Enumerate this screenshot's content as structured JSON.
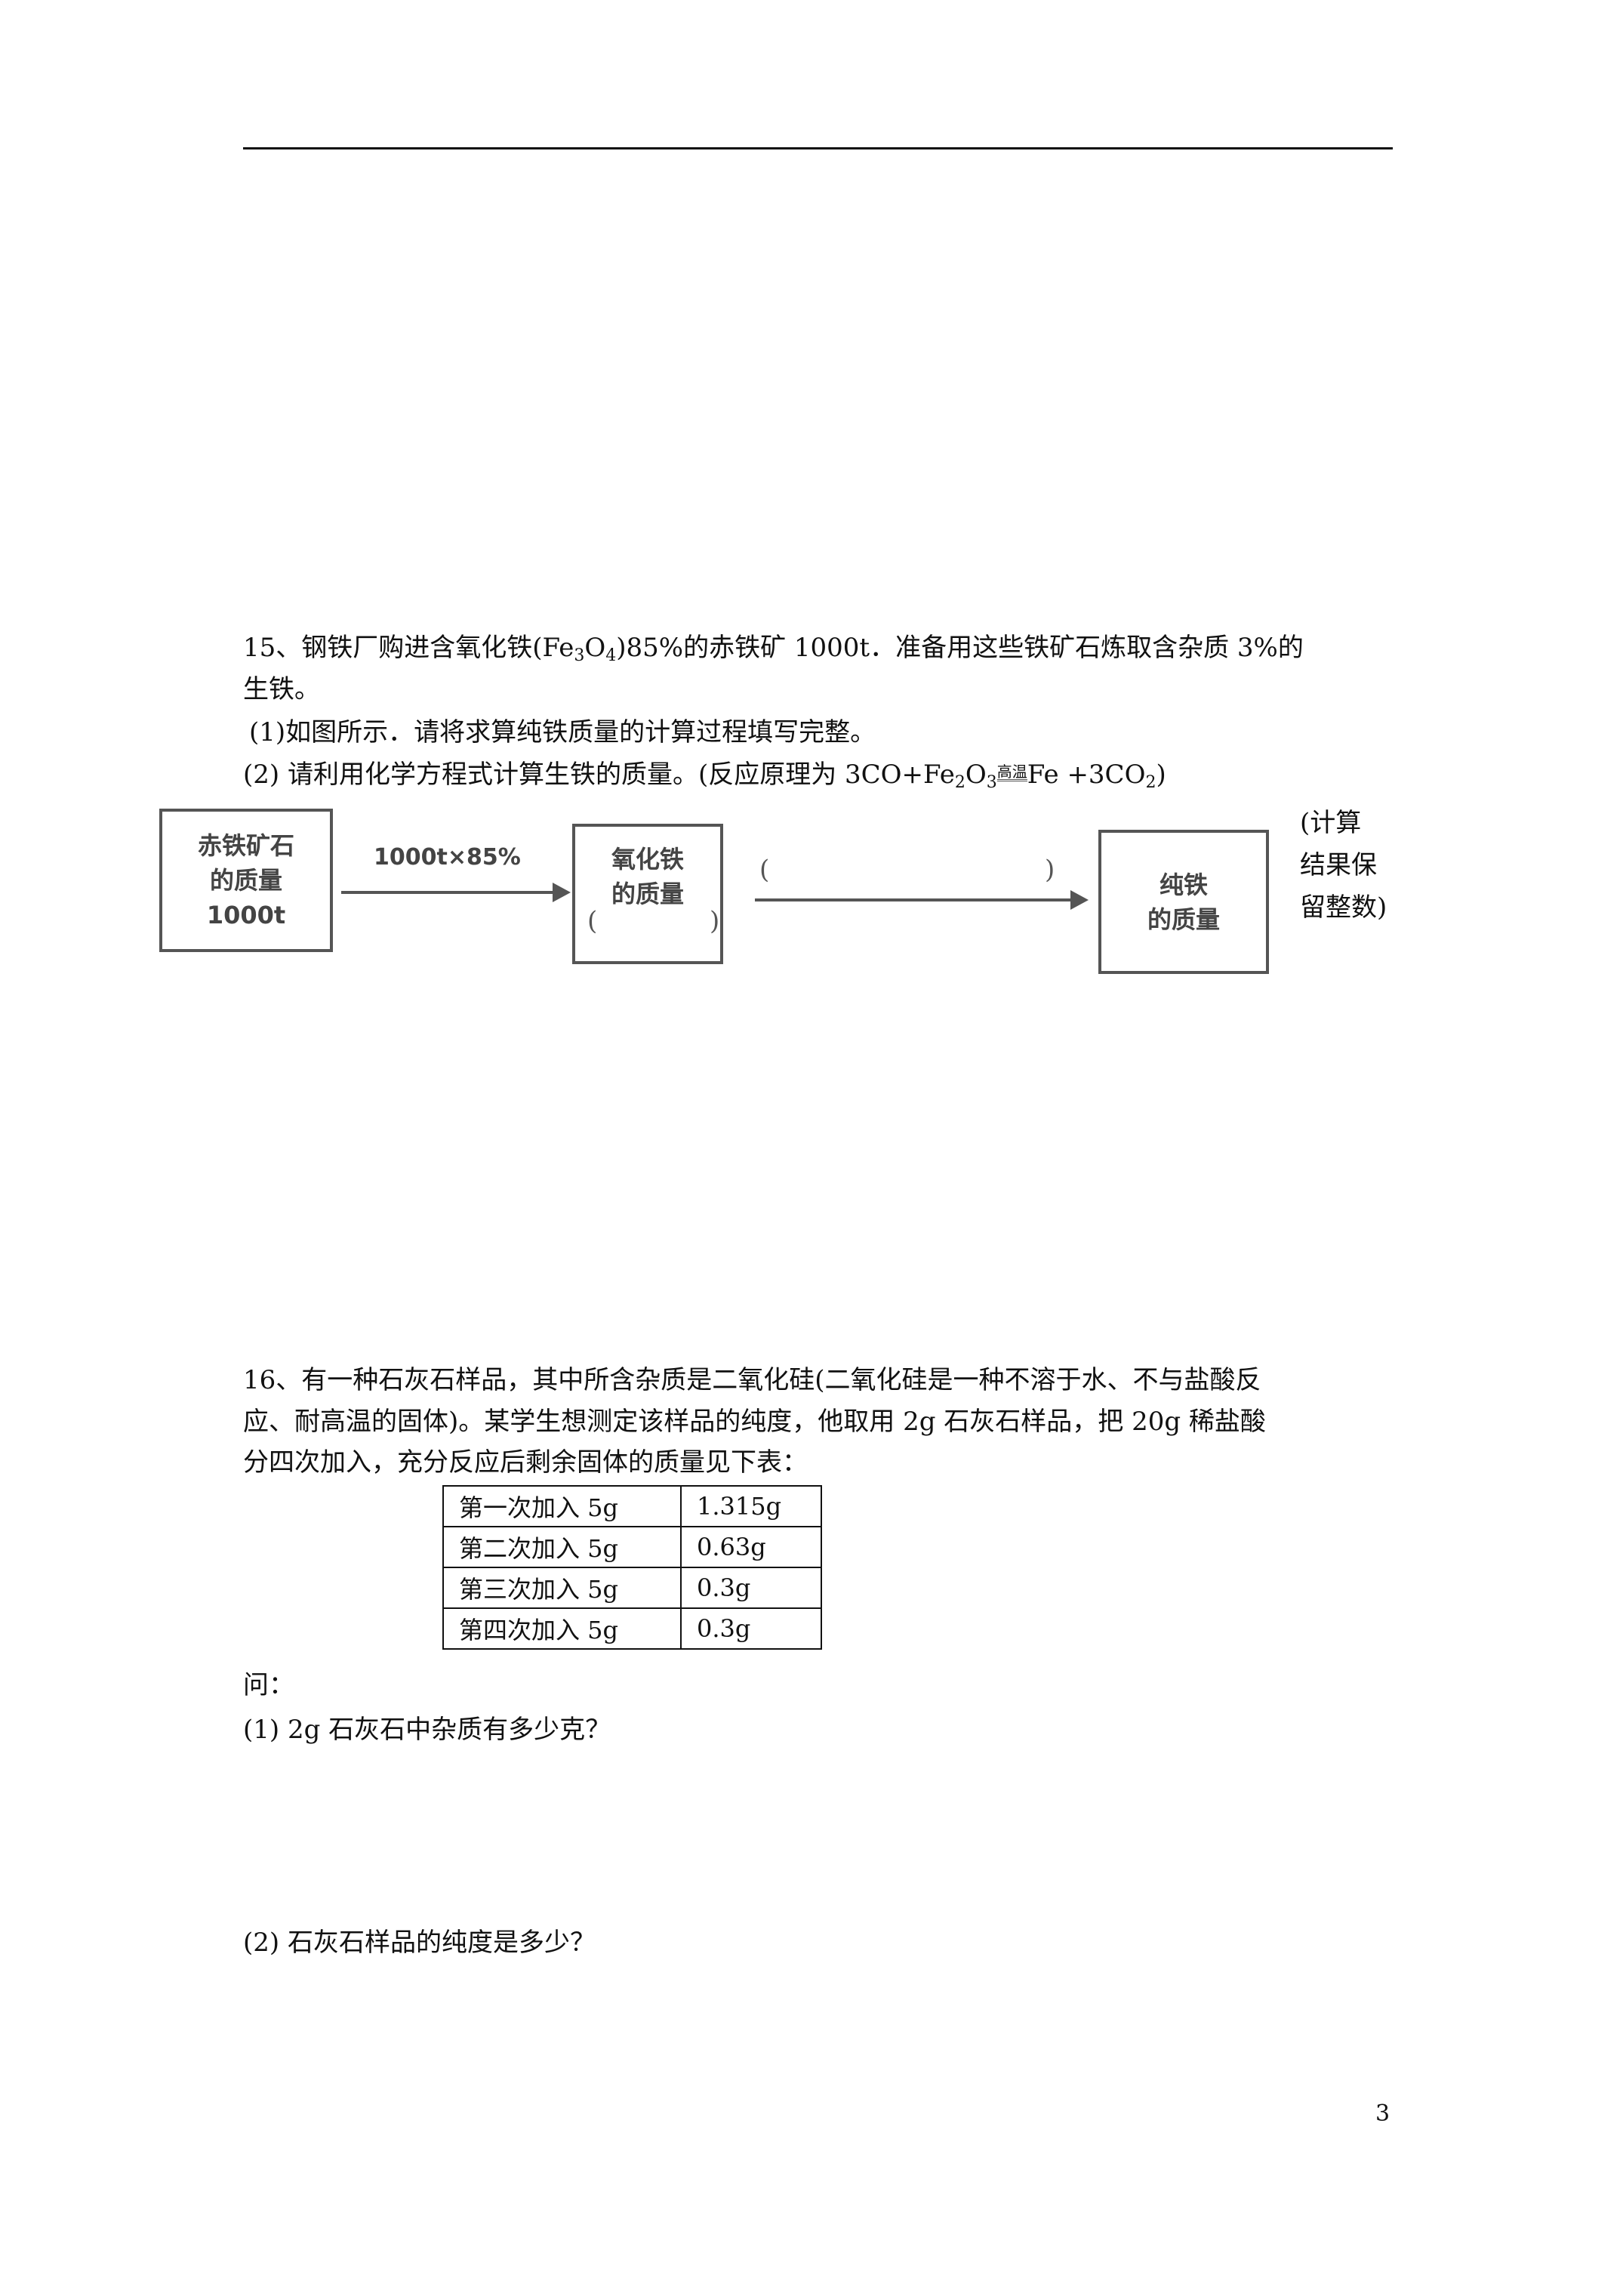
{
  "q15": {
    "line1_a": "15、钢铁厂购进含氧化铁(Fe",
    "line1_sub1": "3",
    "line1_b": "O",
    "line1_sub2": "4",
    "line1_c": ")85%的赤铁矿 1000t．准备用这些铁矿石炼取含杂质 3%的",
    "line2": "生铁。",
    "part1": "(1)如图所示．请将求算纯铁质量的计算过程填写完整。",
    "part2_a": "(2) 请利用化学方程式计算生铁的质量。(反应原理为 3CO+Fe",
    "part2_sub1": "2",
    "part2_b": "O",
    "part2_sub2": "3",
    "part2_cond": "高温",
    "part2_c": "Fe +3CO",
    "part2_sub3": "2",
    "part2_d": ")",
    "side_note": [
      "(计算",
      "结果保",
      "留整数)"
    ],
    "diagram": {
      "box1": [
        "赤铁矿石",
        "的质量",
        "1000t"
      ],
      "arrow1_label": "1000t×85%",
      "box2": [
        "氧化铁",
        "的质量"
      ],
      "box2_paren_open": "(",
      "box2_paren_close": ")",
      "arrow2_paren_open": "(",
      "arrow2_paren_close": ")",
      "box3": [
        "纯铁",
        "的质量"
      ]
    }
  },
  "q16": {
    "line1": "16、有一种石灰石样品，其中所含杂质是二氧化硅(二氧化硅是一种不溶于水、不与盐酸反",
    "line2": "应、耐高温的固体)。某学生想测定该样品的纯度，他取用 2g 石灰石样品，把 20g 稀盐酸",
    "line3": "分四次加入，充分反应后剩余固体的质量见下表：",
    "table": [
      [
        "第一次加入 5g",
        "1.315g"
      ],
      [
        "第二次加入 5g",
        "0.63g"
      ],
      [
        "第三次加入 5g",
        "0.3g"
      ],
      [
        "第四次加入 5g",
        "0.3g"
      ]
    ],
    "ask": "问：",
    "sub1": "(1) 2g 石灰石中杂质有多少克？",
    "sub2": "(2) 石灰石样品的纯度是多少？"
  },
  "page_number": "3"
}
